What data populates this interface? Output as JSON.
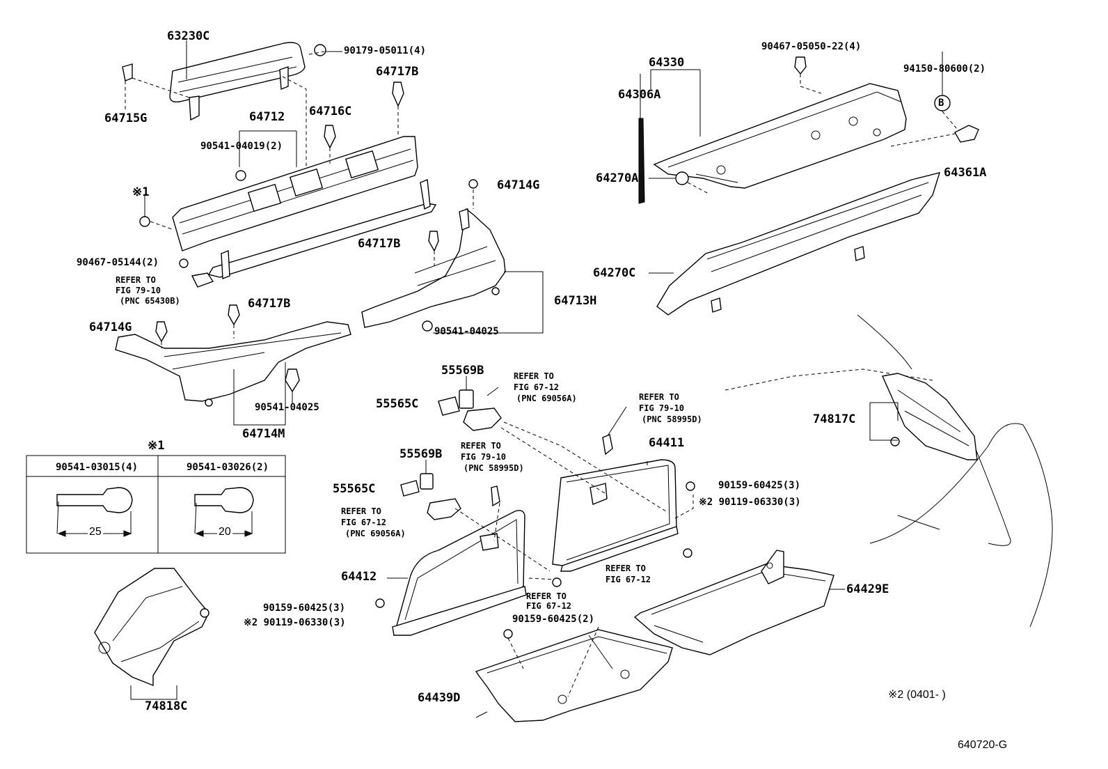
{
  "diagram_id": "640720-G",
  "labels": {
    "p63230C": "63230C",
    "p64715G": "64715G",
    "p90179": "90179-05011(4)",
    "p64717B_top": "64717B",
    "p64712": "64712",
    "p64716C": "64716C",
    "p90541_04019": "90541-04019(2)",
    "note1": "※1",
    "p64714G_right": "64714G",
    "p64717B_mid": "64717B",
    "p90467_05144": "90467-05144(2)",
    "refer1_a": "REFER TO",
    "refer1_b": "FIG 79-10",
    "refer1_c": "(PNC 65430B)",
    "p64717B_low": "64717B",
    "p64713H": "64713H",
    "p64714G_left": "64714G",
    "p90541_04025_a": "90541-04025",
    "p90541_04025_b": "90541-04025",
    "p64714M": "64714M",
    "p64330": "64330",
    "p64306A": "64306A",
    "p90467_05050": "90467-05050-22(4)",
    "p94150": "94150-80600(2)",
    "circle_b": "B",
    "p64361A": "64361A",
    "p64270A": "64270A",
    "p64270C": "64270C",
    "p55569B_a": "55569B",
    "p55565C_a": "55565C",
    "refer2_a": "REFER TO",
    "refer2_b": "FIG 67-12",
    "refer2_c": "(PNC 69056A)",
    "refer3_a": "REFER TO",
    "refer3_b": "FIG 79-10",
    "refer3_c": "(PNC 58995D)",
    "p64411": "64411",
    "p74817C": "74817C",
    "p55569B_b": "55569B",
    "p55565C_b": "55565C",
    "refer4_a": "REFER TO",
    "refer4_b": "FIG 79-10",
    "refer4_c": "(PNC 58995D)",
    "refer5_a": "REFER TO",
    "refer5_b": "FIG 67-12",
    "refer5_c": "(PNC 69056A)",
    "p90159_60425_r": "90159-60425(3)",
    "p90119_06330_r": "※2 90119-06330(3)",
    "refer6_a": "REFER TO",
    "refer6_b": "FIG 67-12",
    "p64412": "64412",
    "refer7_a": "REFER TO",
    "refer7_b": "FIG 67-12",
    "p64429E": "64429E",
    "p90159_60425_l": "90159-60425(3)",
    "p90119_06330_l": "※2 90119-06330(3)",
    "p90159_60425_2": "90159-60425(2)",
    "p64439D": "64439D",
    "p74818C": "74818C",
    "note2": "※2 (0401-      )"
  },
  "inset": {
    "title": "※1",
    "col1_header": "90541-03015(4)",
    "col2_header": "90541-03026(2)",
    "col1_dim": "25",
    "col2_dim": "20"
  }
}
